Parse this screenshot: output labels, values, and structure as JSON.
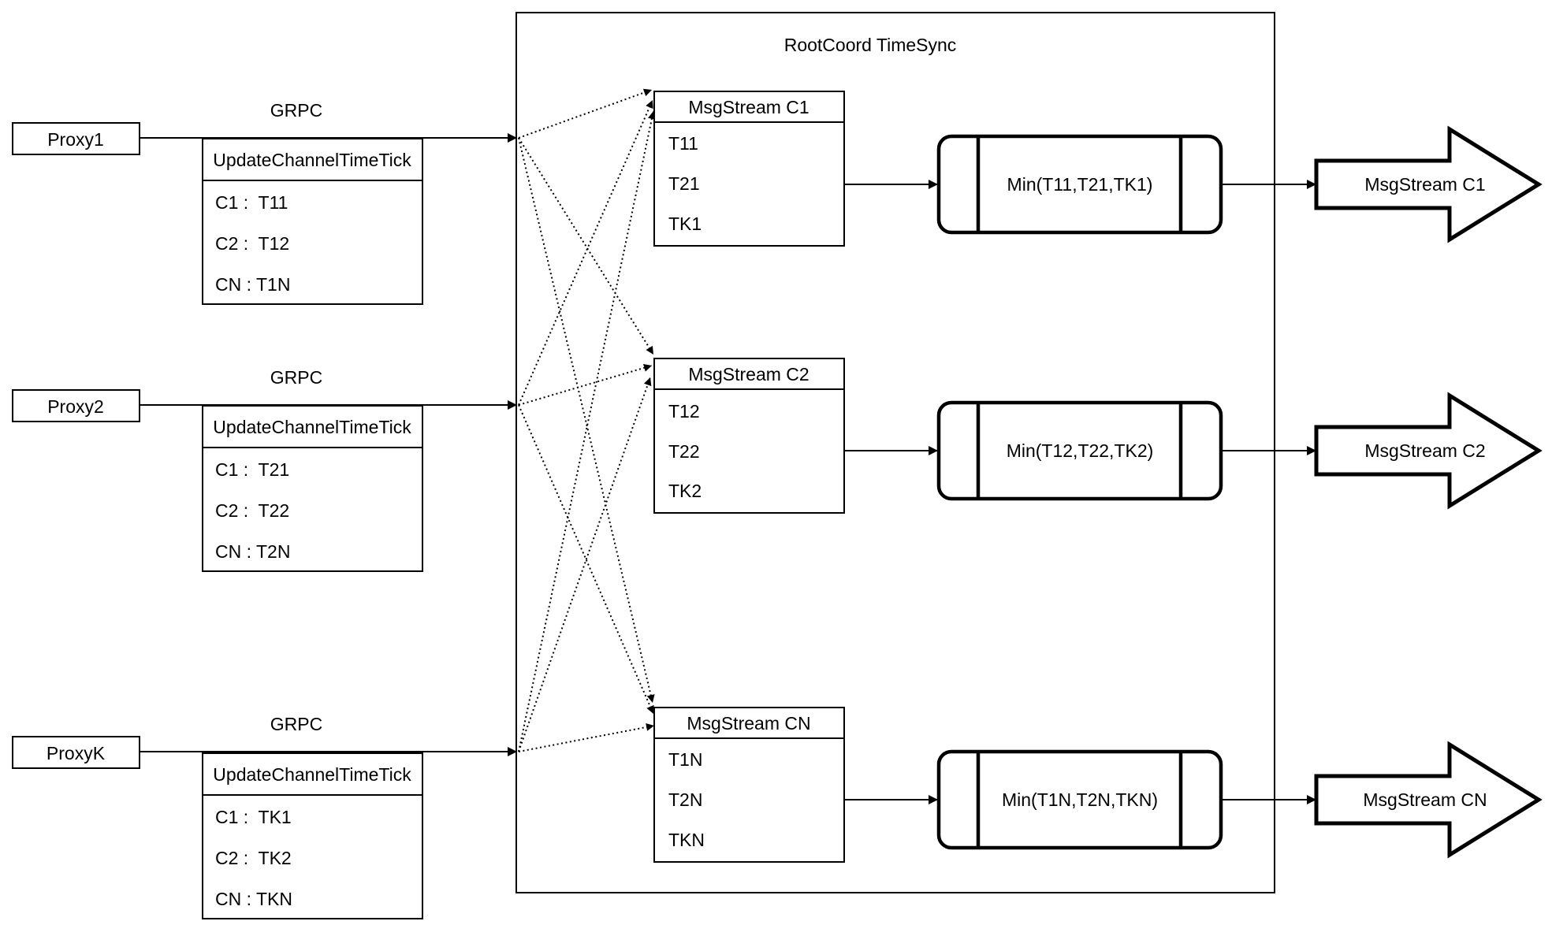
{
  "diagram": {
    "background": "#ffffff",
    "stroke_color": "#000000",
    "container": {
      "title": "RootCoord TimeSync"
    },
    "proxies": [
      {
        "label": "Proxy1",
        "protocol": "GRPC",
        "message": {
          "header": "UpdateChannelTimeTick",
          "rows": [
            "C1 :  T11",
            "C2 :  T12",
            "CN : T1N"
          ]
        }
      },
      {
        "label": "Proxy2",
        "protocol": "GRPC",
        "message": {
          "header": "UpdateChannelTimeTick",
          "rows": [
            "C1 :  T21",
            "C2 :  T22",
            "CN : T2N"
          ]
        }
      },
      {
        "label": "ProxyK",
        "protocol": "GRPC",
        "message": {
          "header": "UpdateChannelTimeTick",
          "rows": [
            "C1 :  TK1",
            "C2 :  TK2",
            "CN : TKN"
          ]
        }
      }
    ],
    "streams": [
      {
        "buffer_header": "MsgStream C1",
        "buffer_rows": [
          "T11",
          "T21",
          "TK1"
        ],
        "min_label": "Min(T11,T21,TK1)",
        "output_label": "MsgStream C1"
      },
      {
        "buffer_header": "MsgStream C2",
        "buffer_rows": [
          "T12",
          "T22",
          "TK2"
        ],
        "min_label": "Min(T12,T22,TK2)",
        "output_label": "MsgStream C2"
      },
      {
        "buffer_header": "MsgStream CN",
        "buffer_rows": [
          "T1N",
          "T2N",
          "TKN"
        ],
        "min_label": "Min(T1N,T2N,TKN)",
        "output_label": "MsgStream CN"
      }
    ]
  }
}
